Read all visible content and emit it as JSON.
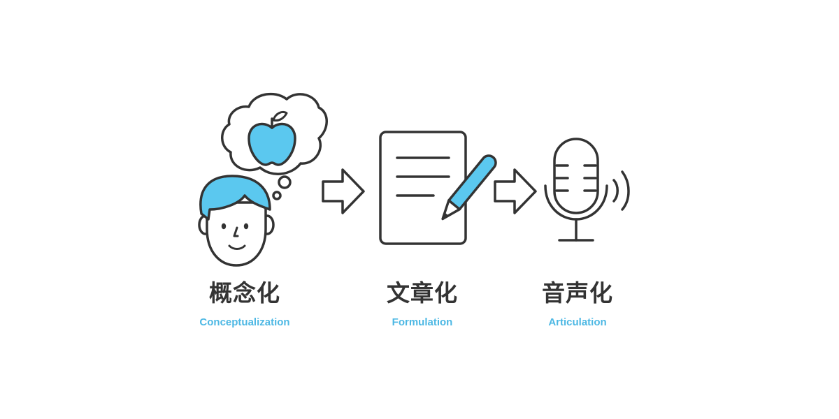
{
  "colors": {
    "accent": "#5BC8EF",
    "outline": "#333333",
    "title_text": "#333333",
    "subtitle_text": "#4DB8E4",
    "background": "#FFFFFF"
  },
  "stages": [
    {
      "title": "概念化",
      "subtitle": "Conceptualization",
      "icon": "person-thinking-of-apple-icon"
    },
    {
      "title": "文章化",
      "subtitle": "Formulation",
      "icon": "document-with-pencil-icon"
    },
    {
      "title": "音声化",
      "subtitle": "Articulation",
      "icon": "microphone-icon"
    }
  ],
  "connectors": [
    {
      "icon": "arrow-right-icon"
    },
    {
      "icon": "arrow-right-icon"
    }
  ]
}
